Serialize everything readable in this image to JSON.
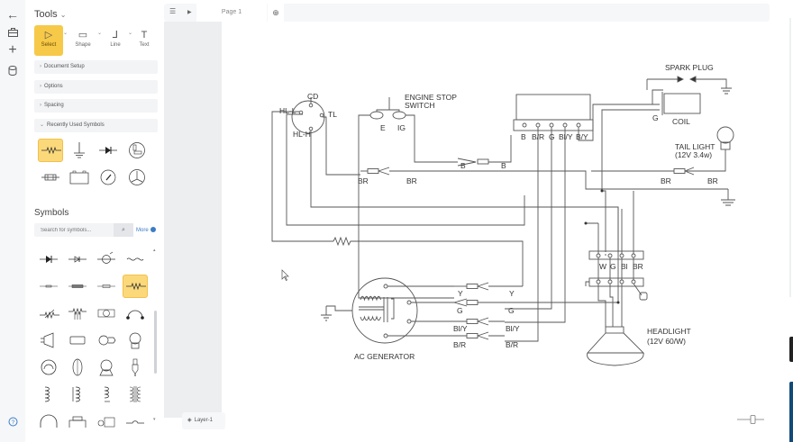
{
  "rail": {
    "items": [
      {
        "name": "back",
        "icon": "arrow-left-icon",
        "glyph": "←"
      },
      {
        "name": "toolbox",
        "icon": "briefcase-icon",
        "glyph": "⌂"
      },
      {
        "name": "add",
        "icon": "plus-icon",
        "glyph": "+"
      },
      {
        "name": "database",
        "icon": "database-icon",
        "glyph": "⛁"
      }
    ],
    "help_icon": "help-chat-icon"
  },
  "tools": {
    "title": "Tools",
    "items": [
      {
        "label": "Select",
        "icon": "pointer-icon",
        "glyph": "▷",
        "active": true
      },
      {
        "label": "Shape",
        "icon": "rectangle-icon",
        "glyph": "▭",
        "active": false
      },
      {
        "label": "Line",
        "icon": "connector-icon",
        "glyph": "⅃",
        "active": false
      },
      {
        "label": "Text",
        "icon": "text-icon",
        "glyph": "T",
        "active": false
      }
    ]
  },
  "accordions": [
    {
      "label": "Document Setup",
      "expanded": false
    },
    {
      "label": "Options",
      "expanded": false
    },
    {
      "label": "Spacing",
      "expanded": false
    },
    {
      "label": "Recently Used Symbols",
      "expanded": true
    }
  ],
  "recent_symbols": [
    "resistor",
    "ground",
    "diode",
    "meter-box",
    "fuse",
    "battery",
    "gauge",
    "lamp-circle"
  ],
  "symbols": {
    "title": "Symbols",
    "search_placeholder": "Search for symbols...",
    "more_label": "More",
    "grid": [
      "diode",
      "diode-outline",
      "lamp-bulb",
      "ac-source",
      "fuse-thin",
      "fuse-dark",
      "fuse-outline",
      "resistor",
      "variable-resistor",
      "tapped-resistor",
      "motor-box",
      "loop",
      "horn",
      "cylinder",
      "lamp-side",
      "bulb",
      "headlamp-round",
      "headlamp-side",
      "dome-light",
      "spark-plug",
      "coil-left",
      "coil-right",
      "inductor",
      "transformer",
      "arch",
      "switch-box",
      "relay",
      "jumper"
    ],
    "highlighted_index": 7
  },
  "tabbar": {
    "page_tab": "Page 1",
    "menu_icon": "menu-icon",
    "play_icon": "play-icon",
    "add_icon": "add-page-icon"
  },
  "layer": {
    "label": "Layer-1"
  },
  "zoom": {
    "level_fraction": 0.6
  },
  "diagram": {
    "labels": {
      "cd": "CD",
      "hl_l": "HL-L",
      "tl": "TL",
      "hl_h": "HL-H",
      "engine_stop_1": "ENGINE STOP",
      "engine_stop_2": "SWITCH",
      "e": "E",
      "ig": "IG",
      "spark_plug": "SPARK PLUG",
      "g_coil": "G",
      "coil": "COIL",
      "tail_light_1": "TAIL LIGHT",
      "tail_light_2": "(12V 3.4w)",
      "cdi_pins": [
        "B",
        "B/R",
        "G",
        "Bl/Y",
        "B/Y"
      ],
      "b_left": "B",
      "b_right": "B",
      "br1_left": "BR",
      "br1_right": "BR",
      "br2_left": "BR",
      "br2_right": "BR",
      "gen_wires": [
        {
          "left": "Y",
          "right": "Y"
        },
        {
          "left": "G",
          "right": "G"
        },
        {
          "left": "Bl/Y",
          "right": "Bl/Y"
        },
        {
          "left": "B/R",
          "right": "B/R"
        }
      ],
      "ac_generator": "AC GENERATOR",
      "hl_pins": [
        "W",
        "G",
        "Bl",
        "BR"
      ],
      "headlight_1": "HEADLIGHT",
      "headlight_2": "(12V 60/W)"
    }
  }
}
